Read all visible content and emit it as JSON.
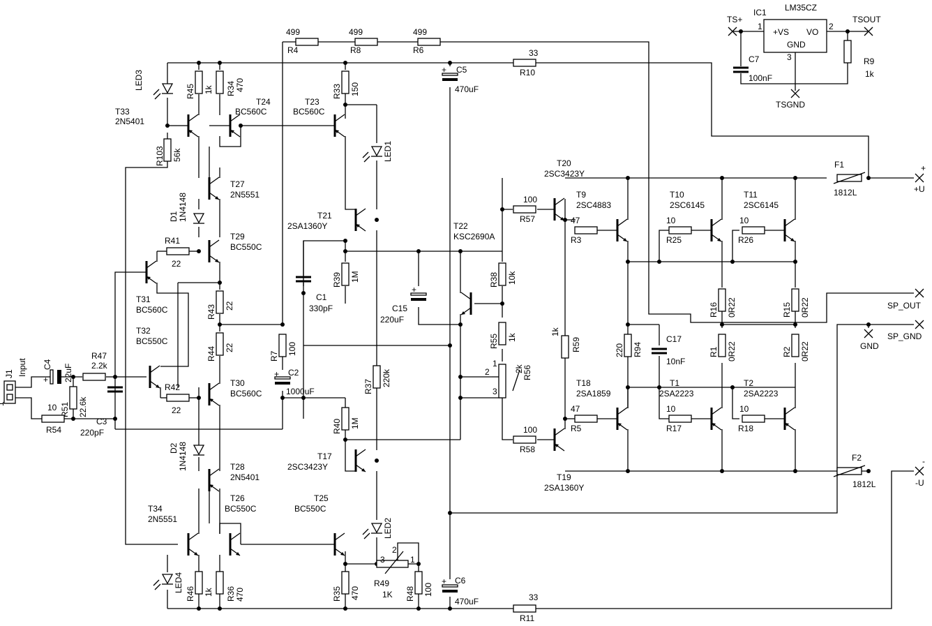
{
  "resistors": [
    {
      "ref": "R4",
      "val": "499"
    },
    {
      "ref": "R8",
      "val": "499"
    },
    {
      "ref": "R6",
      "val": "499"
    },
    {
      "ref": "R10",
      "val": "33"
    },
    {
      "ref": "R11",
      "val": "33"
    },
    {
      "ref": "R45",
      "val": "1k"
    },
    {
      "ref": "R34",
      "val": "470"
    },
    {
      "ref": "R33",
      "val": "150"
    },
    {
      "ref": "R103",
      "val": "56k"
    },
    {
      "ref": "R41",
      "val": "22"
    },
    {
      "ref": "R42",
      "val": "22"
    },
    {
      "ref": "R43",
      "val": "22"
    },
    {
      "ref": "R44",
      "val": "22"
    },
    {
      "ref": "R7",
      "val": "100"
    },
    {
      "ref": "R39",
      "val": "1M"
    },
    {
      "ref": "R40",
      "val": "1M"
    },
    {
      "ref": "R37",
      "val": "220k"
    },
    {
      "ref": "R38",
      "val": "10k"
    },
    {
      "ref": "R55",
      "val": "1k"
    },
    {
      "ref": "R57",
      "val": "100"
    },
    {
      "ref": "R58",
      "val": "100"
    },
    {
      "ref": "R47",
      "val": "2.2k"
    },
    {
      "ref": "R51",
      "val": "22.6k"
    },
    {
      "ref": "R54",
      "val": "10"
    },
    {
      "ref": "R46",
      "val": "1k"
    },
    {
      "ref": "R36",
      "val": "470"
    },
    {
      "ref": "R35",
      "val": "470"
    },
    {
      "ref": "R48",
      "val": "100"
    },
    {
      "ref": "R3",
      "val": "47"
    },
    {
      "ref": "R5",
      "val": "47"
    },
    {
      "ref": "R59",
      "val": "1k"
    },
    {
      "ref": "R94",
      "val": "220"
    },
    {
      "ref": "R25",
      "val": "10"
    },
    {
      "ref": "R26",
      "val": "10"
    },
    {
      "ref": "R17",
      "val": "10"
    },
    {
      "ref": "R18",
      "val": "10"
    },
    {
      "ref": "R16",
      "val": "0R22"
    },
    {
      "ref": "R15",
      "val": "0R22"
    },
    {
      "ref": "R1",
      "val": "0R22"
    },
    {
      "ref": "R2",
      "val": "0R22"
    },
    {
      "ref": "R9",
      "val": "1k"
    }
  ],
  "transistors": [
    {
      "ref": "T33",
      "val": "2N5401"
    },
    {
      "ref": "T24",
      "val": "BC560C"
    },
    {
      "ref": "T23",
      "val": "BC560C"
    },
    {
      "ref": "T27",
      "val": "2N5551"
    },
    {
      "ref": "T29",
      "val": "BC550C"
    },
    {
      "ref": "T31",
      "val": "BC560C"
    },
    {
      "ref": "T32",
      "val": "BC550C"
    },
    {
      "ref": "T30",
      "val": "BC560C"
    },
    {
      "ref": "T28",
      "val": "2N5401"
    },
    {
      "ref": "T34",
      "val": "2N5551"
    },
    {
      "ref": "T26",
      "val": "BC550C"
    },
    {
      "ref": "T25",
      "val": "BC550C"
    },
    {
      "ref": "T21",
      "val": "2SA1360Y"
    },
    {
      "ref": "T17",
      "val": "2SC3423Y"
    },
    {
      "ref": "T22",
      "val": "KSC2690A"
    },
    {
      "ref": "T20",
      "val": "2SC3423Y"
    },
    {
      "ref": "T19",
      "val": "2SA1360Y"
    },
    {
      "ref": "T9",
      "val": "2SC4883"
    },
    {
      "ref": "T18",
      "val": "2SA1859"
    },
    {
      "ref": "T10",
      "val": "2SC6145"
    },
    {
      "ref": "T11",
      "val": "2SC6145"
    },
    {
      "ref": "T1",
      "val": "2SA2223"
    },
    {
      "ref": "T2",
      "val": "2SA2223"
    }
  ],
  "capacitors": [
    {
      "ref": "C5",
      "val": "470uF"
    },
    {
      "ref": "C6",
      "val": "470uF"
    },
    {
      "ref": "C1",
      "val": "330pF"
    },
    {
      "ref": "C2",
      "val": "1000uF"
    },
    {
      "ref": "C15",
      "val": "220uF"
    },
    {
      "ref": "C4",
      "val": "22uF"
    },
    {
      "ref": "C3",
      "val": "220pF"
    },
    {
      "ref": "C17",
      "val": "10nF"
    },
    {
      "ref": "C7",
      "val": "100nF"
    }
  ],
  "diodes": [
    {
      "ref": "D1",
      "val": "1N4148"
    },
    {
      "ref": "D2",
      "val": "1N4148"
    },
    {
      "ref": "LED1"
    },
    {
      "ref": "LED2"
    },
    {
      "ref": "LED3"
    },
    {
      "ref": "LED4"
    }
  ],
  "trimmers": [
    {
      "ref": "R56",
      "val": "2k"
    },
    {
      "ref": "R49",
      "val": "1K"
    }
  ],
  "fuses": [
    {
      "ref": "F1",
      "val": "1812L"
    },
    {
      "ref": "F2",
      "val": "1812L"
    }
  ],
  "ic": {
    "ref": "IC1",
    "part": "LM35CZ",
    "pin_vs": "+VS",
    "pin_vo": "VO",
    "pin_gnd": "GND"
  },
  "connectors": {
    "j1": "J1",
    "input": "Input",
    "ts_plus": "TS+",
    "tsout": "TSOUT",
    "tsgnd": "TSGND",
    "plus_u": "+U",
    "minus_u": "-U",
    "sp_out": "SP_OUT",
    "sp_gnd": "SP_GND",
    "gnd": "GND",
    "plus": "+",
    "minus": "-"
  },
  "pins": {
    "p1": "1",
    "p2": "2",
    "p3": "3"
  }
}
